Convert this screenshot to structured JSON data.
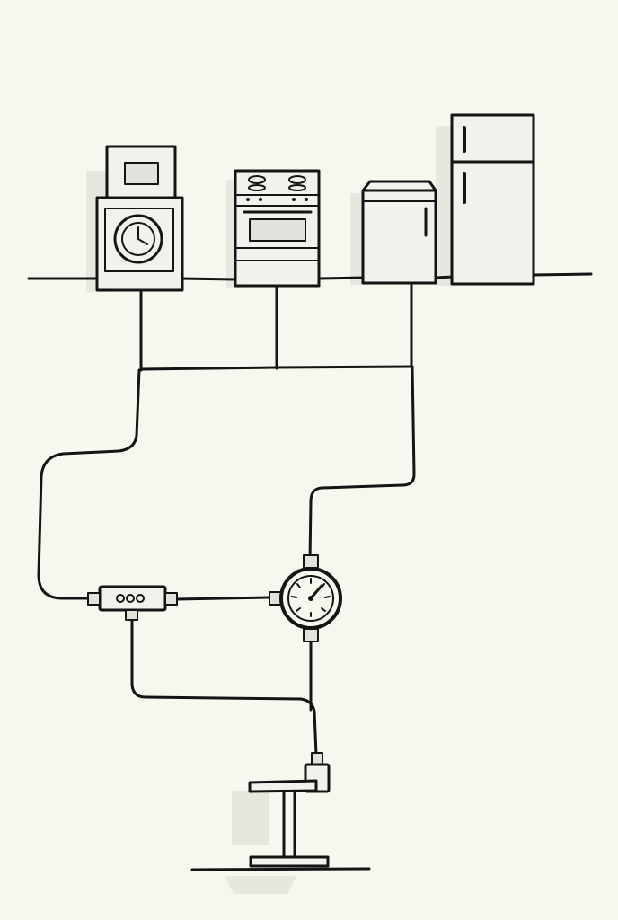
{
  "diagram": {
    "components": [
      {
        "id": "washing-machine",
        "icon": "washing-machine-icon"
      },
      {
        "id": "stove-oven",
        "icon": "stove-icon"
      },
      {
        "id": "dishwasher",
        "icon": "dishwasher-icon"
      },
      {
        "id": "refrigerator",
        "icon": "refrigerator-icon"
      },
      {
        "id": "junction-box",
        "icon": "junction-box-icon"
      },
      {
        "id": "pressure-gauge",
        "icon": "gauge-icon"
      },
      {
        "id": "supply-valve-stand",
        "icon": "valve-stand-icon"
      }
    ],
    "colors": {
      "background": "#f8f7ef",
      "ink": "#141414",
      "fill": "#f1f1ed"
    }
  }
}
